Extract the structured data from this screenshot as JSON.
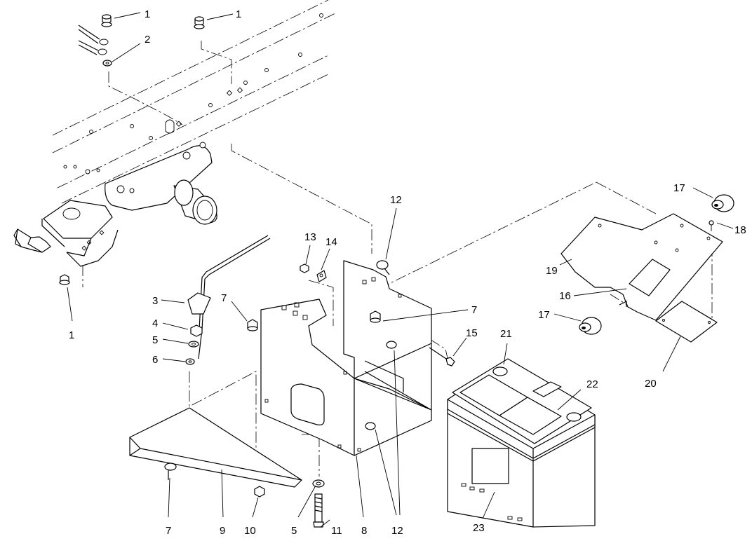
{
  "callouts": [
    "1",
    "1",
    "1",
    "2",
    "3",
    "4",
    "5",
    "6",
    "7",
    "7",
    "7",
    "8",
    "9",
    "10",
    "5",
    "11",
    "12",
    "12",
    "13",
    "14",
    "15",
    "16",
    "17",
    "17",
    "18",
    "19",
    "20",
    "21",
    "22",
    "23"
  ]
}
